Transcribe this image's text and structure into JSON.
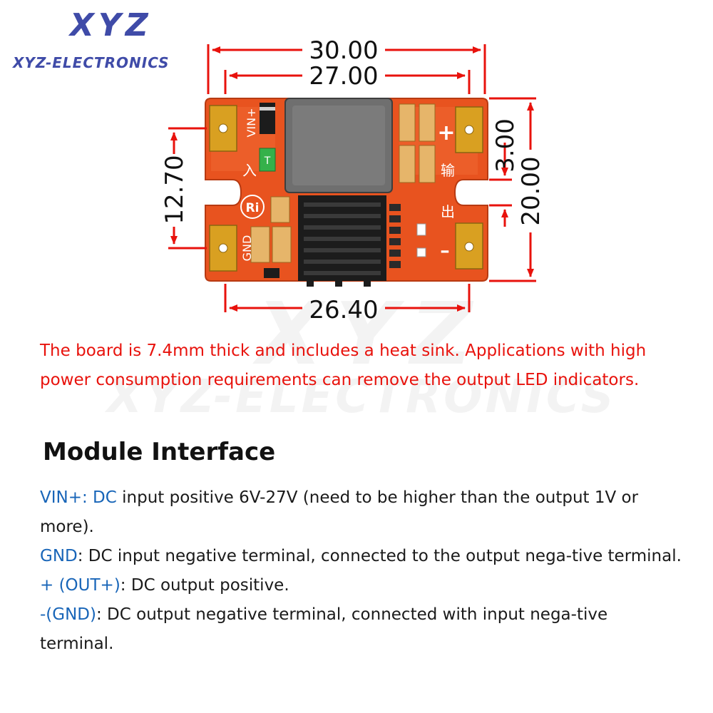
{
  "brand": {
    "logo_main": "XYZ",
    "logo_sub": "XYZ-ELECTRONICS",
    "watermark_main": "XYZ",
    "watermark_sub": "XYZ-ELECTRONICS",
    "color": "#3f4ba8"
  },
  "board": {
    "dims": {
      "top_outer": "30.00",
      "top_inner": "27.00",
      "bottom": "26.40",
      "left": "12.70",
      "right_small": "3.00",
      "right_big": "20.00"
    },
    "silk": {
      "vin": "VIN+",
      "gnd": "GND",
      "plus": "+",
      "minus": "-",
      "in_char": "入",
      "out_char1": "输",
      "out_char2": "出",
      "t_label": "T",
      "logo": "Ri"
    },
    "colors": {
      "pcb": "#e8531f",
      "dimension": "#e8120c",
      "pad": "#d9a021",
      "heatsink": "#1c1c1c",
      "inductor": "#6f6f6f"
    }
  },
  "note": {
    "text": "The board is 7.4mm thick and includes a heat sink. Applications with high power consumption requirements can remove the output LED indicators.",
    "color": "#e8120c"
  },
  "section": {
    "title": "Module Interface",
    "items": [
      {
        "key": "VIN+: DC",
        "rest": " input positive 6V-27V (need to be higher than the output 1V or more)."
      },
      {
        "key": "GND",
        "rest": ": DC input negative terminal, connected to the output nega-tive terminal."
      },
      {
        "key": "+ (OUT+)",
        "rest": ": DC output positive."
      },
      {
        "key": "-(GND)",
        "rest": ": DC output negative terminal, connected with input nega-tive terminal."
      }
    ],
    "key_color": "#1865b8"
  }
}
